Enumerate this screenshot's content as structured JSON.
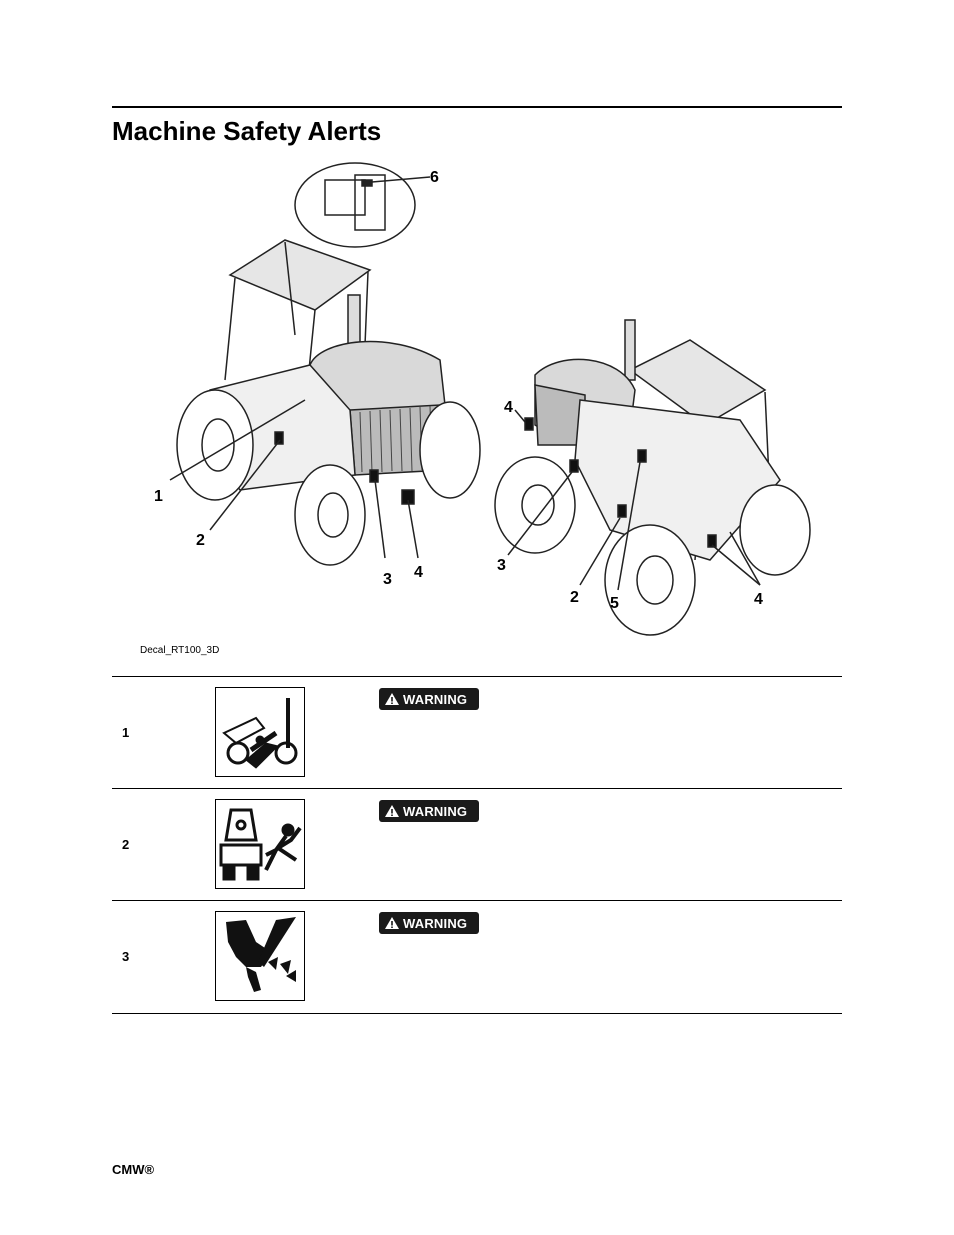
{
  "page": {
    "title": "Machine Safety Alerts",
    "footer": "CMW®"
  },
  "figure": {
    "caption": "Decal_RT100_3D",
    "callouts": [
      "1",
      "2",
      "3",
      "4",
      "3",
      "2",
      "5",
      "4",
      "4",
      "6"
    ]
  },
  "alerts": [
    {
      "number": "1",
      "signal_word": "WARNING",
      "icon": "rollover-crush-icon"
    },
    {
      "number": "2",
      "signal_word": "WARNING",
      "icon": "fall-from-machine-icon"
    },
    {
      "number": "3",
      "signal_word": "WARNING",
      "icon": "hand-cutting-icon"
    }
  ]
}
